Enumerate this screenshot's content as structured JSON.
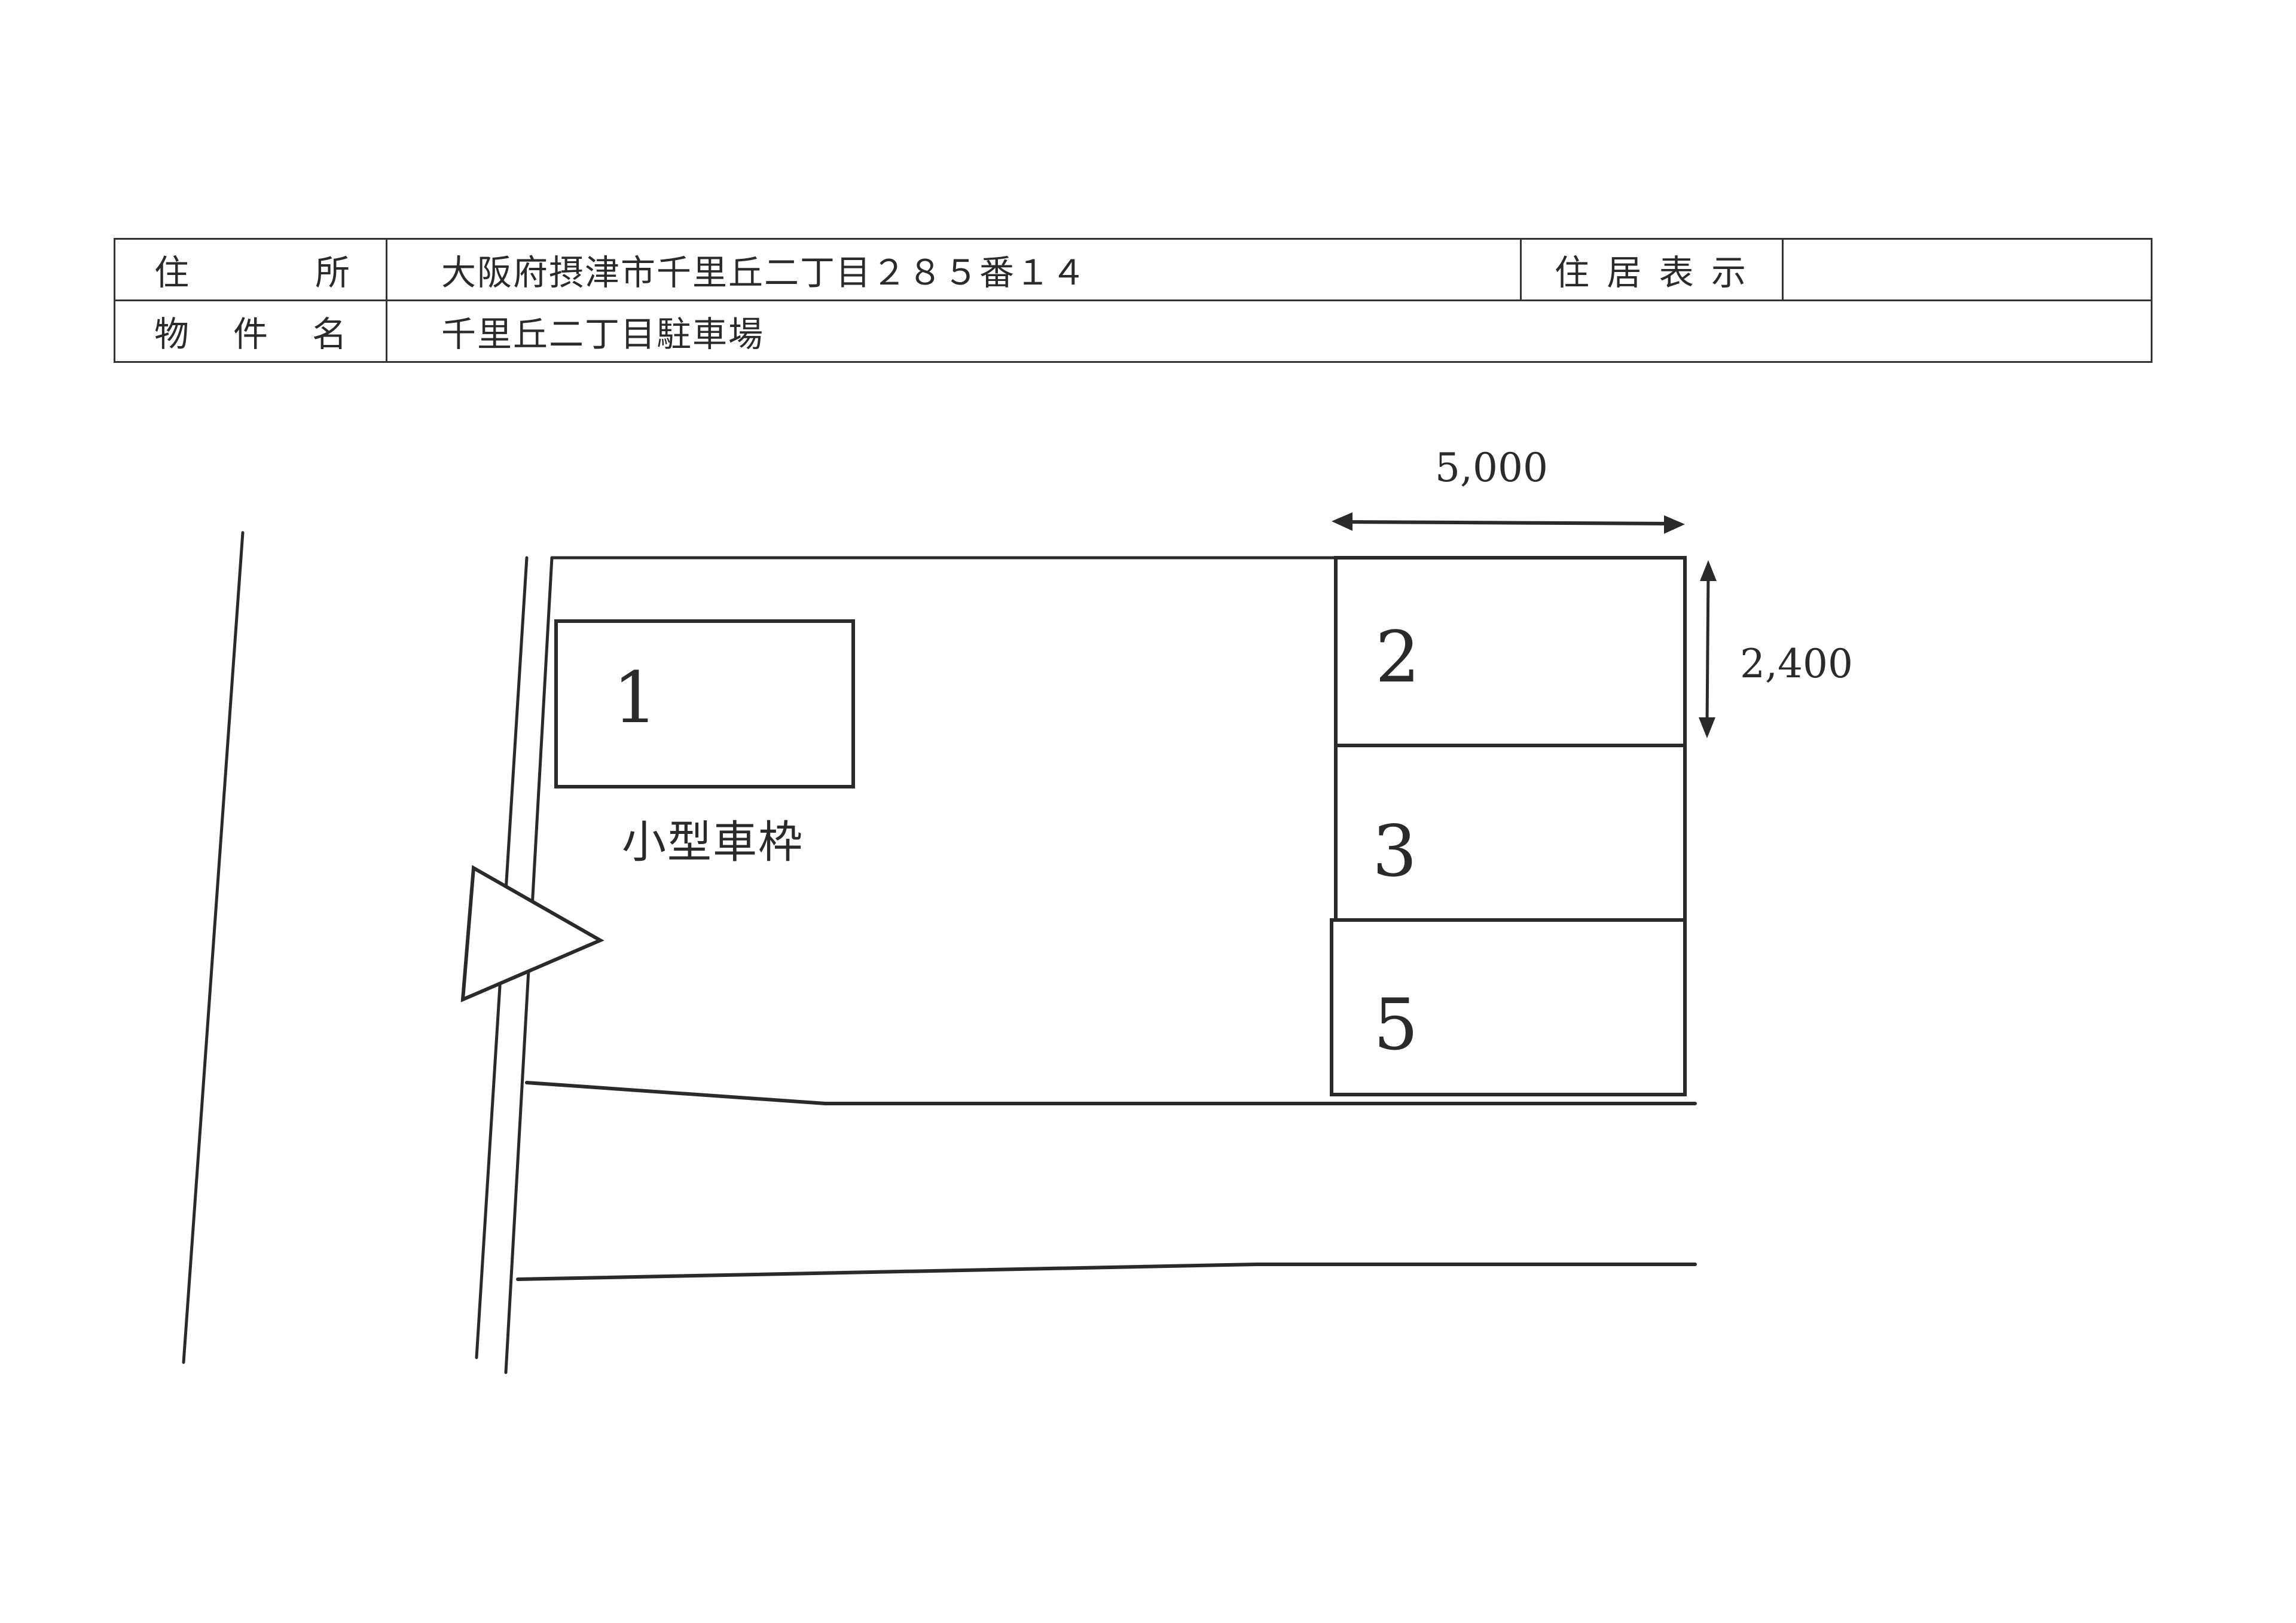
{
  "header_table": {
    "address_label": [
      "住",
      "所"
    ],
    "address_value": "大阪府摂津市千里丘二丁目２８５番１４",
    "residence_label": [
      "住",
      "居",
      "表",
      "示"
    ],
    "residence_value": "",
    "property_label": [
      "物",
      "件",
      "名"
    ],
    "property_value": "千里丘二丁目駐車場"
  },
  "diagram": {
    "spaces": [
      {
        "number": "1",
        "note": "小型車枠"
      },
      {
        "number": "2"
      },
      {
        "number": "3"
      },
      {
        "number": "5"
      }
    ],
    "dimensions": {
      "width": "5,000",
      "depth": "2,400"
    },
    "entrance_marker": "triangle-arrow-right",
    "line_color": "#2a2a2a"
  }
}
